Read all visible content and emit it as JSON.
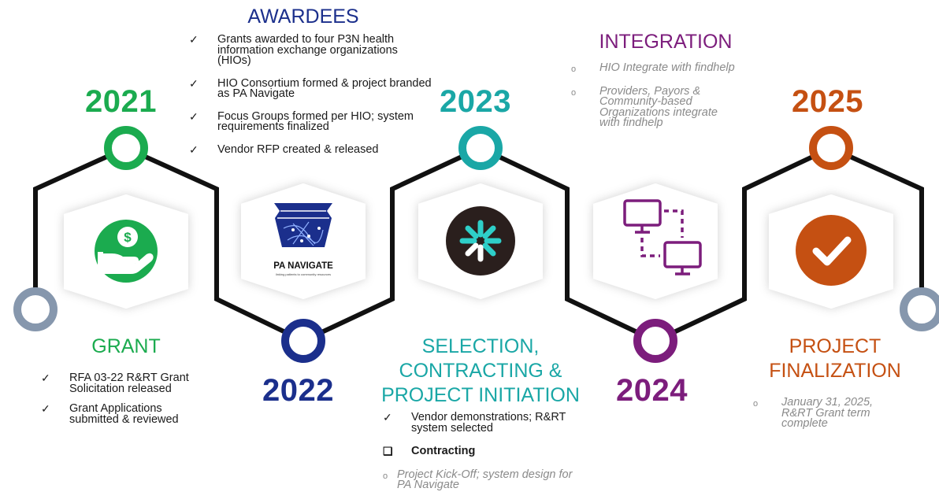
{
  "colors": {
    "green": "#1bab4f",
    "navy": "#1b2f8c",
    "teal": "#1aa7a6",
    "purple": "#7c1d7c",
    "orange": "#c55012",
    "gray_ring": "#8697ad",
    "line": "#111111"
  },
  "milestones": [
    {
      "year": "2021",
      "title": "GRANT",
      "icon": "dollar-hand-icon",
      "color": "#1bab4f",
      "items": [
        {
          "marker": "✓",
          "text": "RFA 03-22 R&RT Grant Solicitation released"
        },
        {
          "marker": "✓",
          "text": "Grant Applications submitted & reviewed"
        }
      ]
    },
    {
      "year": "2022",
      "title": "AWARDEES",
      "icon": "pa-navigate-logo",
      "logo_text": "PA NAVIGATE",
      "logo_tagline": "linking patients to community resources",
      "color": "#1b2f8c",
      "items": [
        {
          "marker": "✓",
          "text": "Grants awarded to four P3N health information exchange organizations (HIOs)"
        },
        {
          "marker": "✓",
          "text": "HIO Consortium formed & project branded as PA Navigate"
        },
        {
          "marker": "✓",
          "text": "Focus Groups formed per HIO; system requirements finalized"
        },
        {
          "marker": "✓",
          "text": "Vendor RFP created & released"
        }
      ]
    },
    {
      "year": "2023",
      "title_lines": [
        "SELECTION,",
        "CONTRACTING &",
        "PROJECT INITIATION"
      ],
      "icon": "findhelp-asterisk-icon",
      "color": "#1aa7a6",
      "items": [
        {
          "marker": "✓",
          "text": "Vendor demonstrations; R&RT system selected"
        },
        {
          "marker": "❑",
          "text": "Contracting"
        },
        {
          "marker": "o",
          "text": "Project Kick-Off; system design for PA Navigate"
        }
      ]
    },
    {
      "year": "2024",
      "title": "INTEGRATION",
      "icon": "connected-monitors-icon",
      "color": "#7c1d7c",
      "items": [
        {
          "marker": "o",
          "text": "HIO Integrate with findhelp"
        },
        {
          "marker": "o",
          "text": "Providers, Payors & Community-based Organizations integrate with findhelp"
        }
      ]
    },
    {
      "year": "2025",
      "title_lines": [
        "PROJECT",
        "FINALIZATION"
      ],
      "icon": "checkmark-circle-icon",
      "color": "#c55012",
      "items": [
        {
          "marker": "o",
          "text": "January 31, 2025, R&RT Grant term complete"
        }
      ]
    }
  ]
}
